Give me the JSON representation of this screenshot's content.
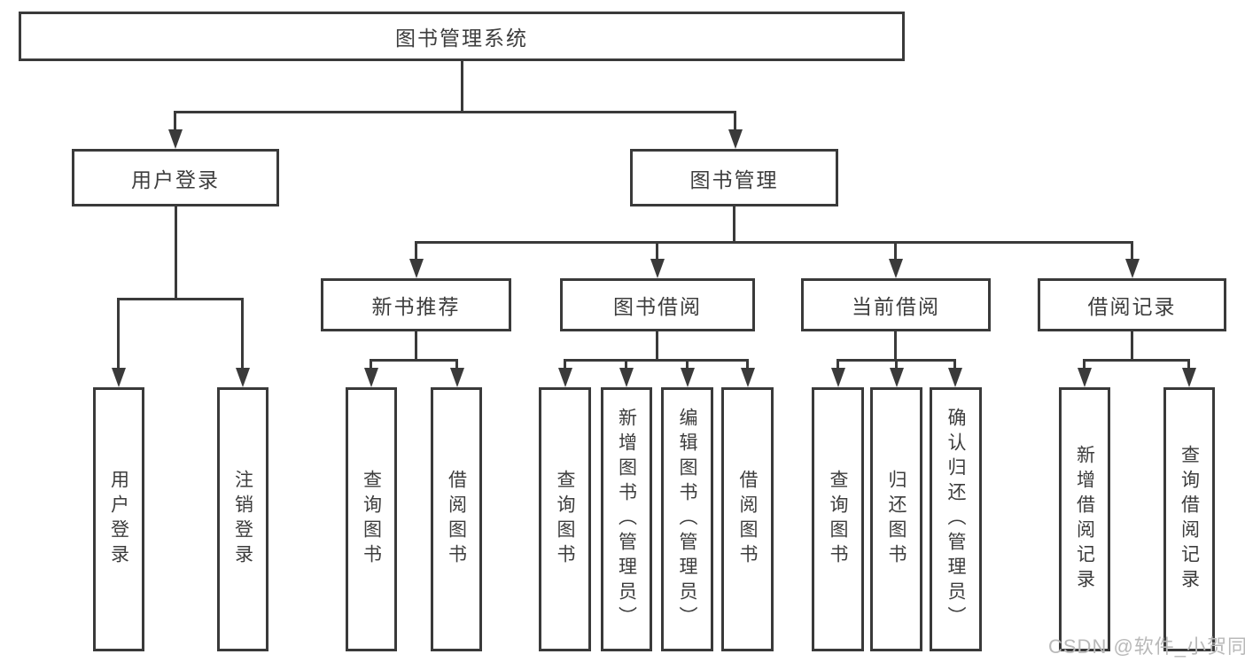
{
  "diagram": {
    "root": {
      "label": "图书管理系统"
    },
    "branches": [
      {
        "label": "用户登录",
        "children": [
          {
            "label": "用户登录"
          },
          {
            "label": "注销登录"
          }
        ]
      },
      {
        "label": "图书管理",
        "children": [
          {
            "label": "新书推荐",
            "children": [
              {
                "label": "查询图书"
              },
              {
                "label": "借阅图书"
              }
            ]
          },
          {
            "label": "图书借阅",
            "children": [
              {
                "label": "查询图书"
              },
              {
                "label": "新增图书（管理员）"
              },
              {
                "label": "编辑图书（管理员）"
              },
              {
                "label": "借阅图书"
              }
            ]
          },
          {
            "label": "当前借阅",
            "children": [
              {
                "label": "查询图书"
              },
              {
                "label": "归还图书"
              },
              {
                "label": "确认归还（管理员）"
              }
            ]
          },
          {
            "label": "借阅记录",
            "children": [
              {
                "label": "新增借阅记录"
              },
              {
                "label": "查询借阅记录"
              }
            ]
          }
        ]
      }
    ]
  },
  "watermark": {
    "text": "CSDN @软件_小贺同学"
  },
  "colors": {
    "line": "#3a3a3a",
    "text": "#3d3d3d",
    "watermark_text": "#b9b9b9",
    "background": "#ffffff"
  }
}
